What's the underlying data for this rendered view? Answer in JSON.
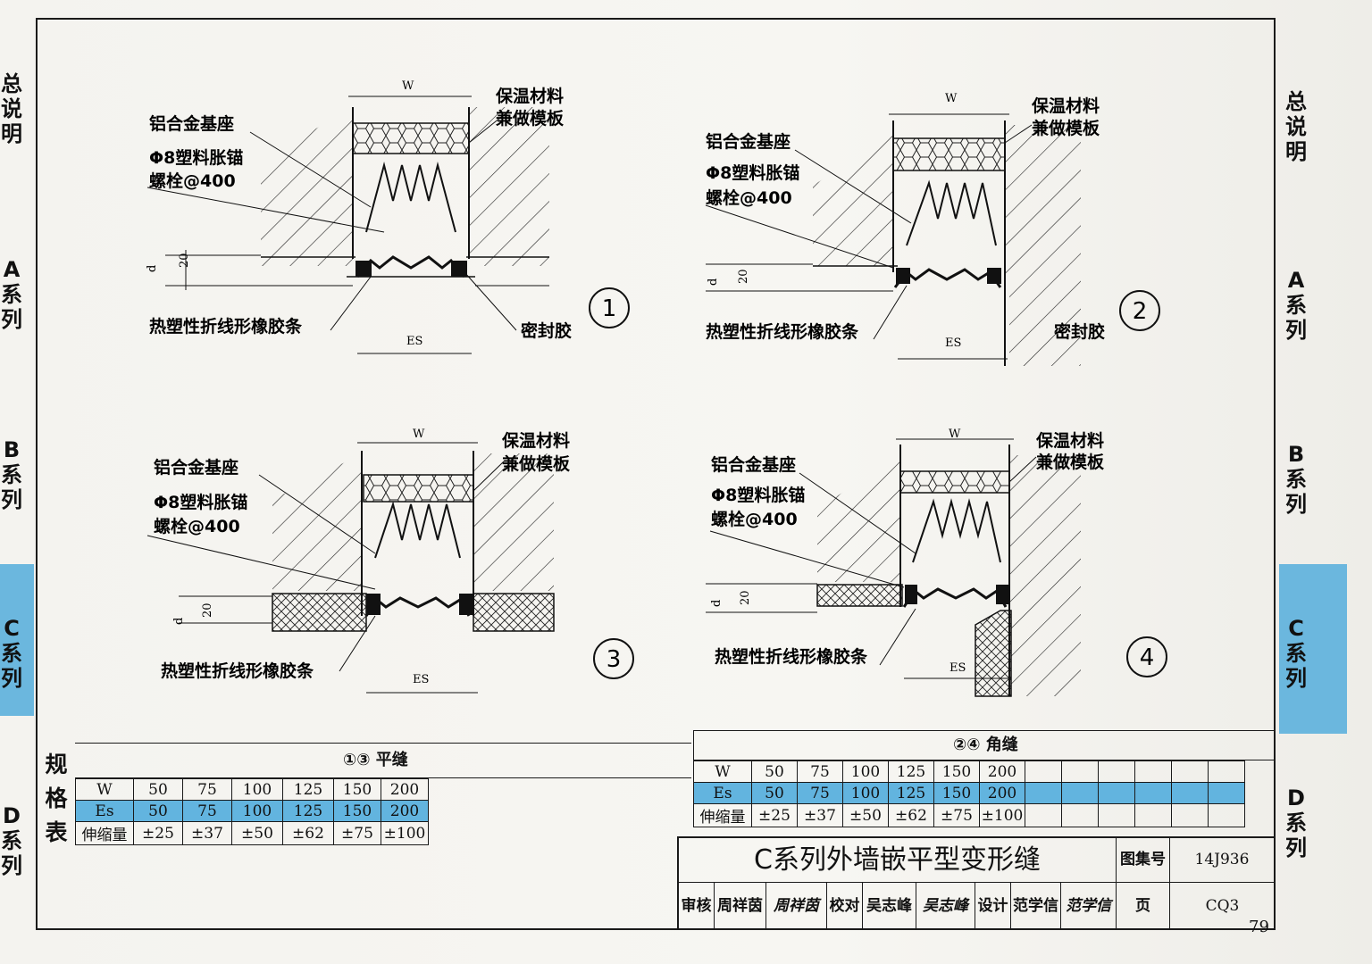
{
  "tabs": {
    "general": "总说明",
    "a": "A系列",
    "b": "B系列",
    "c": "C系列",
    "d": "D系列"
  },
  "labels": {
    "alu_base": "铝合金基座",
    "anchor": "Φ8塑料胀锚",
    "bolt": "螺栓@400",
    "insulation": "保温材料",
    "formwork": "兼做模板",
    "rubber_strip": "热塑性折线形橡胶条",
    "sealant": "密封胶",
    "w": "W",
    "es": "ES",
    "d": "d",
    "twenty": "20"
  },
  "details": {
    "1": "1",
    "2": "2",
    "3": "3",
    "4": "4"
  },
  "spec": {
    "label": [
      "规",
      "格",
      "表"
    ],
    "flat": {
      "header": "①③ 平缝",
      "rows": [
        {
          "name": "W",
          "v": [
            "50",
            "75",
            "100",
            "125",
            "150",
            "200"
          ]
        },
        {
          "name": "Es",
          "v": [
            "50",
            "75",
            "100",
            "125",
            "150",
            "200"
          ]
        },
        {
          "name": "伸缩量",
          "v": [
            "±25",
            "±37",
            "±50",
            "±62",
            "±75",
            "±100"
          ]
        }
      ]
    },
    "corner": {
      "header": "②④ 角缝",
      "rows": [
        {
          "name": "W",
          "v": [
            "50",
            "75",
            "100",
            "125",
            "150",
            "200"
          ]
        },
        {
          "name": "Es",
          "v": [
            "50",
            "75",
            "100",
            "125",
            "150",
            "200"
          ]
        },
        {
          "name": "伸缩量",
          "v": [
            "±25",
            "±37",
            "±50",
            "±62",
            "±75",
            "±100"
          ]
        }
      ]
    }
  },
  "titleblock": {
    "title": "C系列外墙嵌平型变形缝",
    "atlas_label": "图集号",
    "atlas_value": "14J936",
    "review_label": "审核",
    "reviewer": "周祥茵",
    "review_sign": "周祥茵",
    "check_label": "校对",
    "checker": "吴志峰",
    "check_sign": "吴志峰",
    "design_label": "设计",
    "designer": "范学信",
    "design_sign": "范学信",
    "page_label": "页",
    "page_value": "CQ3"
  },
  "page_number": "79"
}
